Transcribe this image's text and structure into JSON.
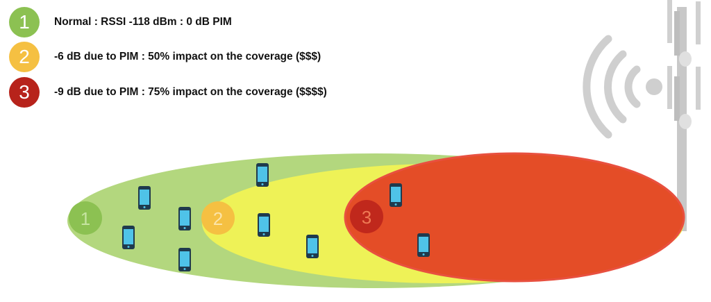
{
  "legend": [
    {
      "number": "1",
      "text": "Normal : RSSI -118 dBm : 0 dB PIM",
      "color": "#8cc152"
    },
    {
      "number": "2",
      "text": "-6 dB due to PIM : 50% impact on the coverage ($$$)",
      "color": "#f5c042"
    },
    {
      "number": "3",
      "text": "-9 dB due to PIM : 75% impact on the coverage ($$$$)",
      "color": "#b7231b"
    }
  ],
  "zones": [
    {
      "label": "1",
      "fill": "#b3d77e",
      "marker": "#8cc152"
    },
    {
      "label": "2",
      "fill": "#eef257",
      "marker": "#f5c042"
    },
    {
      "label": "3",
      "fill": "#e44d27",
      "marker": "#c0281c"
    }
  ]
}
